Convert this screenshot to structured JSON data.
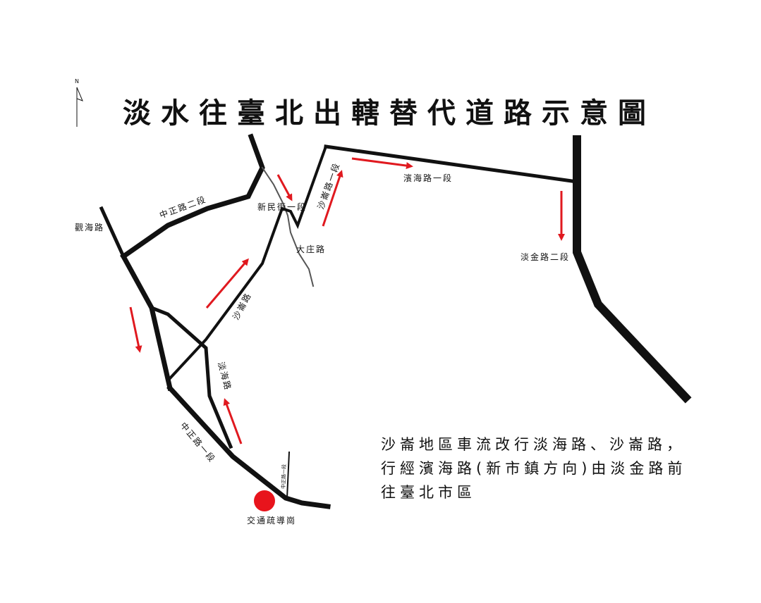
{
  "title": "淡水往臺北出轄替代道路示意圖",
  "compass": "N",
  "labels": {
    "guanhai_rd": "觀海路",
    "zhongzheng_2": "中正路二段",
    "xinmin_1": "新民街一段",
    "shalun_1": "沙崙路一段",
    "binhai_1": "濱海路一段",
    "dazhuang": "大庄路",
    "danjin_2": "淡金路二段",
    "shalun": "沙崙路",
    "danhai": "淡海路",
    "zhongzheng_1": "中正路一段",
    "small_road": "中正路一段",
    "post": "交通疏導崗"
  },
  "note": {
    "line1": "沙崙地區車流改行淡海路、沙崙路，",
    "line2": "行經濱海路(新市鎮方向)由淡金路前",
    "line3": "往臺北市區"
  },
  "colors": {
    "road": "#111111",
    "arrow": "#e0191f",
    "post": "#e8141c"
  }
}
